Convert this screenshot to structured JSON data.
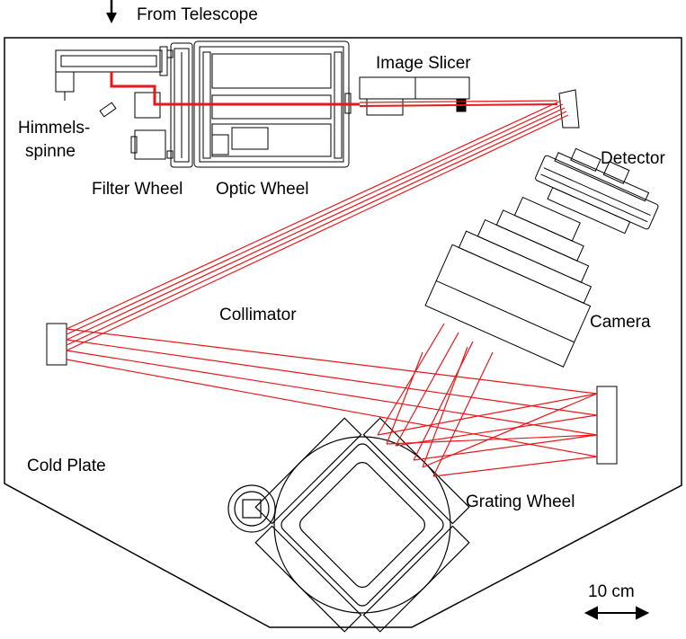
{
  "labels": {
    "from_telescope": "From Telescope",
    "image_slicer": "Image Slicer",
    "himmelsspinne_line1": "Himmels-",
    "himmelsspinne_line2": "spinne",
    "detector": "Detector",
    "filter_wheel": "Filter Wheel",
    "optic_wheel": "Optic Wheel",
    "collimator": "Collimator",
    "camera": "Camera",
    "cold_plate": "Cold Plate",
    "grating_wheel": "Grating Wheel",
    "scale_bar": "10 cm"
  },
  "colors": {
    "outline": "#000000",
    "beam": "#e8171b",
    "background": "#ffffff"
  }
}
